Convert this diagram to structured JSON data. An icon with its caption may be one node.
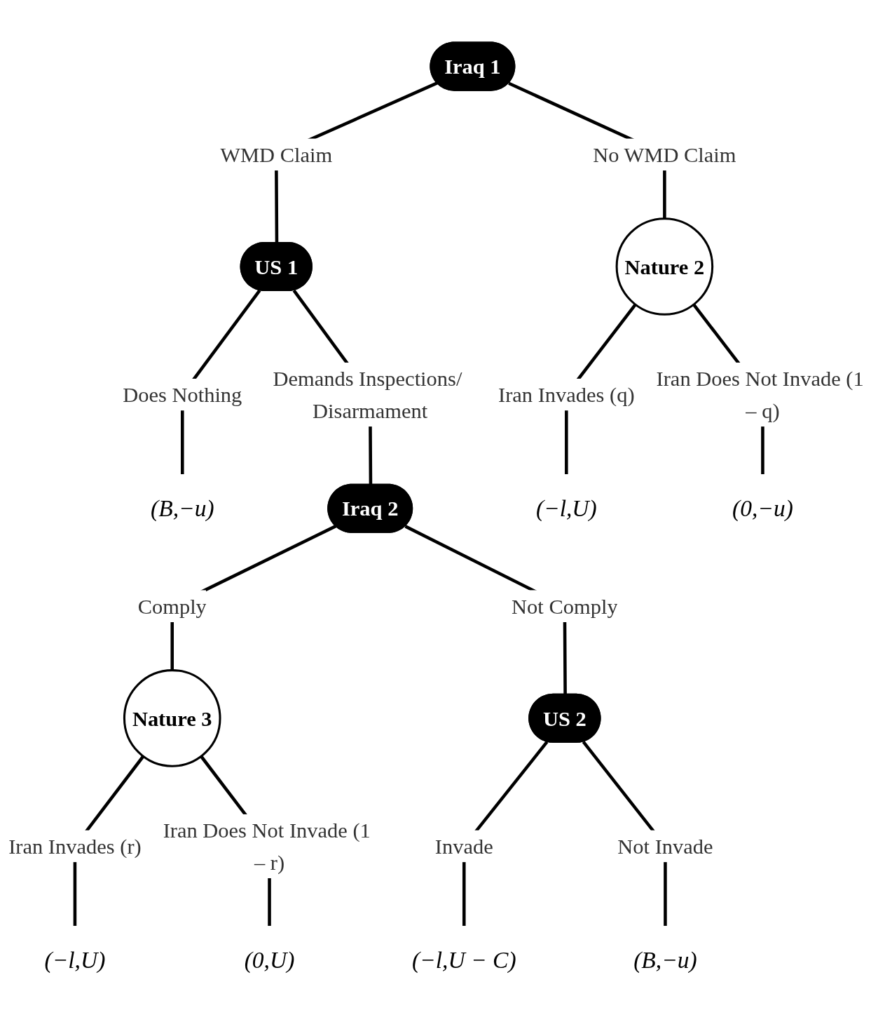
{
  "diagram": {
    "nodes": [
      {
        "text": [
          "Iraq 1"
        ]
      },
      {
        "text": [
          "US 1"
        ]
      },
      {
        "text": [
          "Nature 2"
        ]
      },
      {
        "text": [
          "(B,−u)"
        ]
      },
      {
        "text": [
          "Iraq 2"
        ]
      },
      {
        "text": [
          "(−l,U)"
        ]
      },
      {
        "text": [
          "(0,−u)"
        ]
      },
      {
        "text": [
          "Nature 3"
        ]
      },
      {
        "text": [
          "US 2"
        ]
      },
      {
        "text": [
          "(−l,U)"
        ]
      },
      {
        "text": [
          "(0,U)"
        ]
      },
      {
        "text": [
          "(−l,U − C)"
        ]
      },
      {
        "text": [
          "(B,−u)"
        ]
      }
    ],
    "edges": [
      {
        "from": 0,
        "to": 1,
        "arrow": "none",
        "label": "WMD Claim"
      },
      {
        "from": 0,
        "to": 2,
        "arrow": "none",
        "label": "No WMD Claim"
      },
      {
        "from": 1,
        "to": 3,
        "arrow": "none",
        "label": "Does Nothing"
      },
      {
        "from": 1,
        "to": 4,
        "arrow": "none",
        "label": "Demands Inspections/ Disarmament"
      },
      {
        "from": 2,
        "to": 5,
        "arrow": "none",
        "label": "Iran Invades (q)"
      },
      {
        "from": 2,
        "to": 6,
        "arrow": "none",
        "label": "Iran Does Not Invade (1 – q)"
      },
      {
        "from": 4,
        "to": 7,
        "arrow": "none",
        "label": "Comply"
      },
      {
        "from": 4,
        "to": 8,
        "arrow": "none",
        "label": "Not Comply"
      },
      {
        "from": 7,
        "to": 9,
        "arrow": "none",
        "label": "Iran Invades (r)"
      },
      {
        "from": 7,
        "to": 10,
        "arrow": "none",
        "label": "Iran Does Not Invade (1 – r)"
      },
      {
        "from": 8,
        "to": 11,
        "arrow": "none",
        "label": "Invade"
      },
      {
        "from": 8,
        "to": 12,
        "arrow": "none",
        "label": "Not Invade"
      }
    ]
  }
}
